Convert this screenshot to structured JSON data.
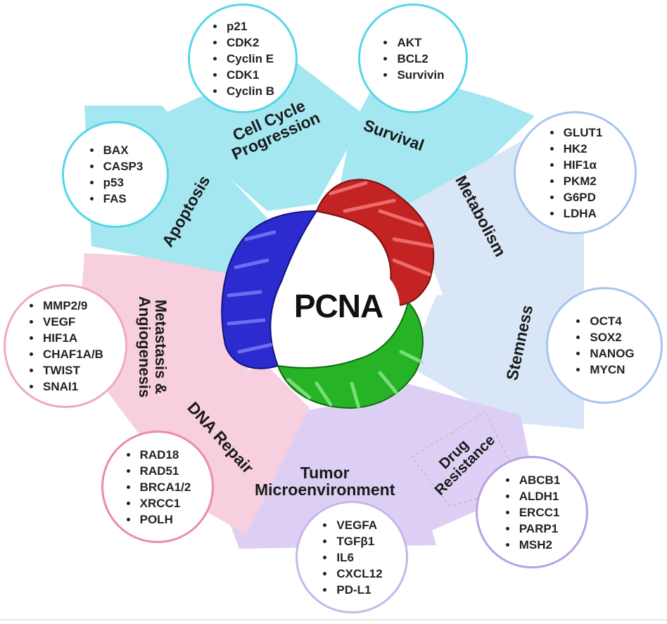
{
  "center": {
    "label": "PCNA"
  },
  "colors": {
    "cyan": "#5bd5e6",
    "light_blue": "#b9d2f2",
    "pink": "#f2a9c4",
    "purple": "#c3a8ec",
    "protein_red": "#c42323",
    "protein_blue": "#2b2bd0",
    "protein_green": "#26b426"
  },
  "categories": [
    {
      "id": "cell-cycle",
      "title": [
        "Cell Cycle",
        "Progression"
      ],
      "border": "#55d6e8",
      "genes": [
        "p21",
        "CDK2",
        "Cyclin E",
        "CDK1",
        "Cyclin B"
      ]
    },
    {
      "id": "survival",
      "title": [
        "Survival"
      ],
      "border": "#55d6e8",
      "genes": [
        "AKT",
        "BCL2",
        "Survivin"
      ]
    },
    {
      "id": "metabolism",
      "title": [
        "Metabolism"
      ],
      "border": "#a9c4ef",
      "genes": [
        "GLUT1",
        "HK2",
        "HIF1α",
        "PKM2",
        "G6PD",
        "LDHA"
      ]
    },
    {
      "id": "stemness",
      "title": [
        "Stemness"
      ],
      "border": "#a9c4ef",
      "genes": [
        "OCT4",
        "SOX2",
        "NANOG",
        "MYCN"
      ]
    },
    {
      "id": "drug-resistance",
      "title": [
        "Drug",
        "Resistance"
      ],
      "border": "#b9a0e6",
      "genes": [
        "ABCB1",
        "ALDH1",
        "ERCC1",
        "PARP1",
        "MSH2"
      ]
    },
    {
      "id": "tumor-microenvironment",
      "title": [
        "Tumor",
        "Microenvironment"
      ],
      "border": "#c7b6ea",
      "genes": [
        "VEGFA",
        "TGFβ1",
        "IL6",
        "CXCL12",
        "PD-L1"
      ]
    },
    {
      "id": "dna-repair",
      "title": [
        "DNA Repair"
      ],
      "border": "#e98bb0",
      "genes": [
        "RAD18",
        "RAD51",
        "BRCA1/2",
        "XRCC1",
        "POLH"
      ]
    },
    {
      "id": "metastasis",
      "title": [
        "Metastasis &",
        "Angiogenesis"
      ],
      "border": "#f0a8c6",
      "genes": [
        "MMP2/9",
        "VEGF",
        "HIF1A",
        "CHAF1A/B",
        "TWIST",
        "SNAI1"
      ]
    },
    {
      "id": "apoptosis",
      "title": [
        "Apoptosis"
      ],
      "border": "#55d6e8",
      "genes": [
        "BAX",
        "CASP3",
        "p53",
        "FAS"
      ]
    }
  ]
}
